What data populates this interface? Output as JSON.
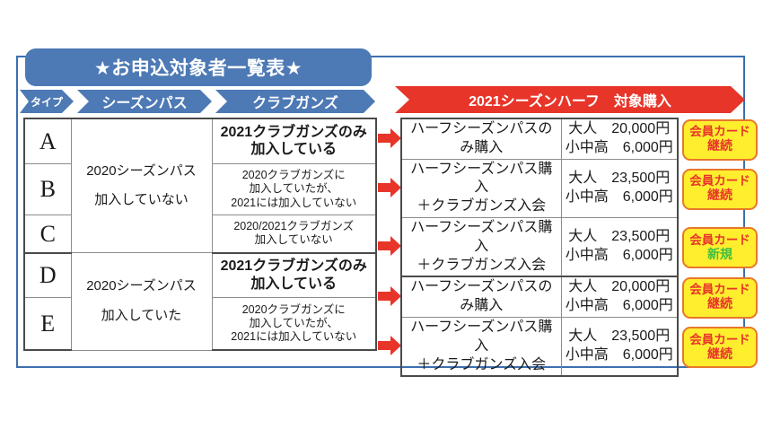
{
  "title": "★お申込対象者一覧表★",
  "left_headers": [
    {
      "label": "タイプ",
      "name": "header-type"
    },
    {
      "label": "シーズンパス",
      "name": "header-season-pass"
    },
    {
      "label": "クラブガンズ",
      "name": "header-club-ganzz"
    }
  ],
  "right_banner": "2021シーズンハーフ　対象購入",
  "colors": {
    "blue": "#4D79B5",
    "frame_blue": "#3B6FAF",
    "red": "#E8352A",
    "badge_yellow": "#FFEE2E",
    "badge_border": "#E8782A",
    "badge_green": "#3FBF3F",
    "table_border": "#8C8C8C"
  },
  "groups": [
    {
      "season_pass_line1": "2020シーズンパス",
      "season_pass_line2": "加入していない",
      "rows": [
        {
          "type": "A",
          "club_lines": [
            "2021クラブガンズのみ",
            "加入している"
          ],
          "club_style": "big",
          "arrow": "right-arrow-icon",
          "purchase_lines": [
            "ハーフシーズンパスのみ購入"
          ],
          "price_lines": [
            "大人　20,000円",
            "小中高　6,000円"
          ],
          "badge_top": "会員カード",
          "badge_bottom": "継続",
          "badge_status": "keep"
        },
        {
          "type": "B",
          "club_lines": [
            "2020クラブガンズに",
            "加入していたが、",
            "2021には加入していない"
          ],
          "club_style": "small",
          "arrow": "right-arrow-icon",
          "purchase_lines": [
            "ハーフシーズンパス購入",
            "＋クラブガンズ入会"
          ],
          "price_lines": [
            "大人　23,500円",
            "小中高　6,000円"
          ],
          "badge_top": "会員カード",
          "badge_bottom": "継続",
          "badge_status": "keep"
        },
        {
          "type": "C",
          "club_lines": [
            "2020/2021クラブガンズ",
            "加入していない"
          ],
          "club_style": "small",
          "arrow": "right-arrow-icon",
          "purchase_lines": [
            "ハーフシーズンパス購入",
            "＋クラブガンズ入会"
          ],
          "price_lines": [
            "大人　23,500円",
            "小中高　6,000円"
          ],
          "badge_top": "会員カード",
          "badge_bottom": "新規",
          "badge_status": "new"
        }
      ]
    },
    {
      "season_pass_line1": "2020シーズンパス",
      "season_pass_line2": "加入していた",
      "rows": [
        {
          "type": "D",
          "club_lines": [
            "2021クラブガンズのみ",
            "加入している"
          ],
          "club_style": "big",
          "arrow": "right-arrow-icon",
          "purchase_lines": [
            "ハーフシーズンパスのみ購入"
          ],
          "price_lines": [
            "大人　20,000円",
            "小中高　6,000円"
          ],
          "badge_top": "会員カード",
          "badge_bottom": "継続",
          "badge_status": "keep"
        },
        {
          "type": "E",
          "club_lines": [
            "2020クラブガンズに",
            "加入していたが、",
            "2021には加入していない"
          ],
          "club_style": "small",
          "arrow": "right-arrow-icon",
          "purchase_lines": [
            "ハーフシーズンパス購入",
            "＋クラブガンズ入会"
          ],
          "price_lines": [
            "大人　23,500円",
            "小中高　6,000円"
          ],
          "badge_top": "会員カード",
          "badge_bottom": "継続",
          "badge_status": "keep"
        }
      ]
    }
  ]
}
